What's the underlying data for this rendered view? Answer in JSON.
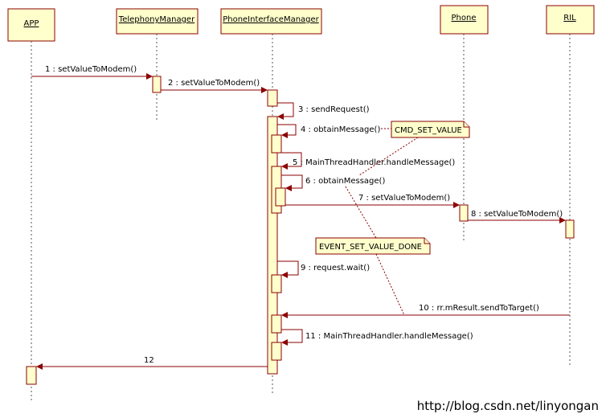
{
  "lifelines": [
    {
      "id": "app",
      "label": "APP"
    },
    {
      "id": "tm",
      "label": "TelephonyManager"
    },
    {
      "id": "pim",
      "label": "PhoneInterfaceManager"
    },
    {
      "id": "phone",
      "label": "Phone"
    },
    {
      "id": "ril",
      "label": "RIL"
    }
  ],
  "messages": [
    {
      "label": "1 : setValueToModem()"
    },
    {
      "label": "2 : setValueToModem()"
    },
    {
      "label": "3 : sendRequest()"
    },
    {
      "label": "4 : obtainMessage()"
    },
    {
      "label": "5 : MainThreadHandler.handleMessage()"
    },
    {
      "label": "6 : obtainMessage()"
    },
    {
      "label": "7 : setValueToModem()"
    },
    {
      "label": "8 : setValueToModem()"
    },
    {
      "label": "9 : request.wait()"
    },
    {
      "label": "10 : rr.mResult.sendToTarget()"
    },
    {
      "label": "11 : MainThreadHandler.handleMessage()"
    },
    {
      "label": "12"
    }
  ],
  "notes": [
    {
      "label": "CMD_SET_VALUE"
    },
    {
      "label": "EVENT_SET_VALUE_DONE"
    }
  ],
  "watermark": "http://blog.csdn.net/linyongan",
  "colors": {
    "box_fill": "#ffffcc",
    "line": "#8b0000"
  }
}
